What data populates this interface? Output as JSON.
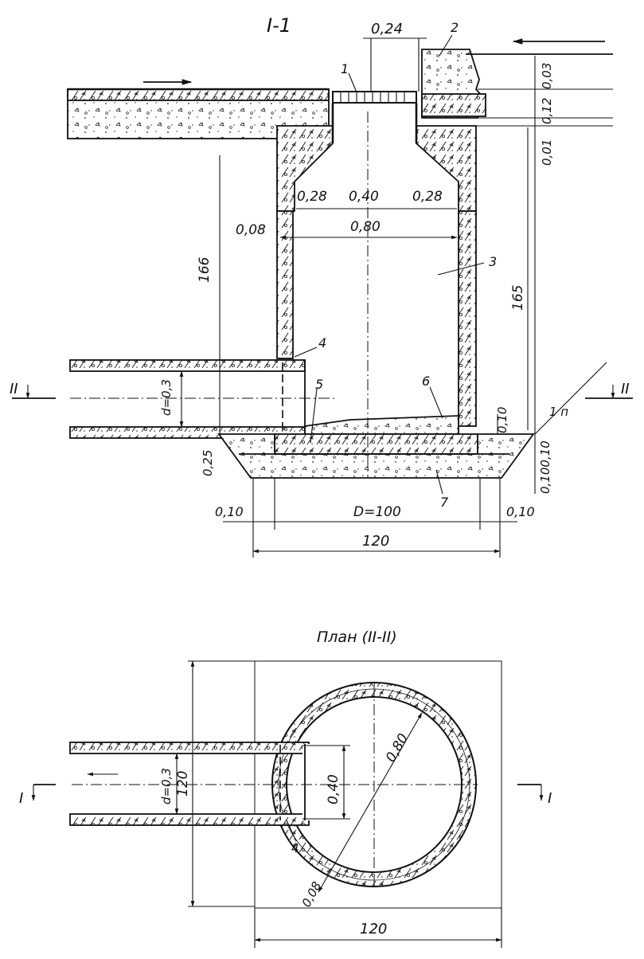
{
  "section": {
    "title": "I-1",
    "callouts": [
      "1",
      "2",
      "3",
      "4",
      "5",
      "6",
      "7"
    ],
    "dims": {
      "top_opening": "0,24",
      "neck_left": "0,28",
      "neck_mid": "0,40",
      "neck_right": "0,28",
      "wall": "0,08",
      "inner": "0,80",
      "height_left": "166",
      "height_right": "165",
      "pipe_d": "d=0,3",
      "base_left": "0,25",
      "base_right": "0,10",
      "base_right2": "0,100,10",
      "slab_top": "0,03",
      "slab": "0,12",
      "gap": "0,01",
      "foot_left": "0,10",
      "foot_D": "D=100",
      "foot_right": "0,10",
      "foot_total": "120",
      "slope": "1 п"
    },
    "marks": {
      "left": "II",
      "right": "II"
    }
  },
  "plan": {
    "title": "План (II-II)",
    "dims": {
      "diameter": "0,80",
      "opening": "0,40",
      "pipe_d": "d=0,3",
      "height": "120",
      "width": "120",
      "wall": "0,08"
    },
    "callouts": [
      "4"
    ],
    "marks": {
      "left": "I",
      "right": "I"
    }
  }
}
